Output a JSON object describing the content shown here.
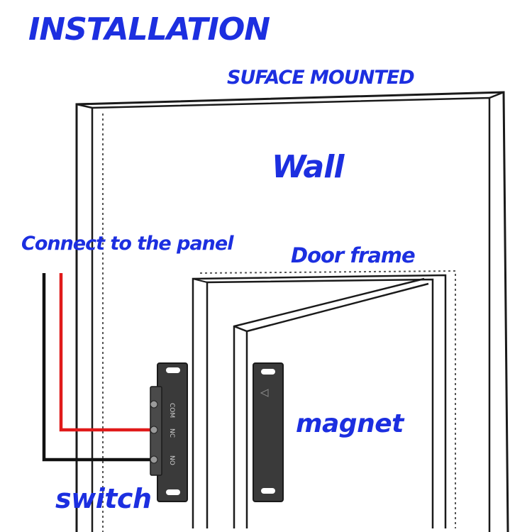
{
  "diagram": {
    "title": "INSTALLATION",
    "surface_label": "SUFACE MOUNTED",
    "wall_label": "Wall",
    "panel_label": "Connect to the panel",
    "door_frame_label": "Door frame",
    "magnet_label": "magnet",
    "switch_label": "switch",
    "switch_terminals": [
      "COM",
      "NC",
      "NO"
    ]
  },
  "colors": {
    "label": "#1c2fe0",
    "wire_red": "#e01a1a",
    "wire_black": "#111111",
    "device_body": "#3a3a3a",
    "outline": "#1a1a1a"
  }
}
